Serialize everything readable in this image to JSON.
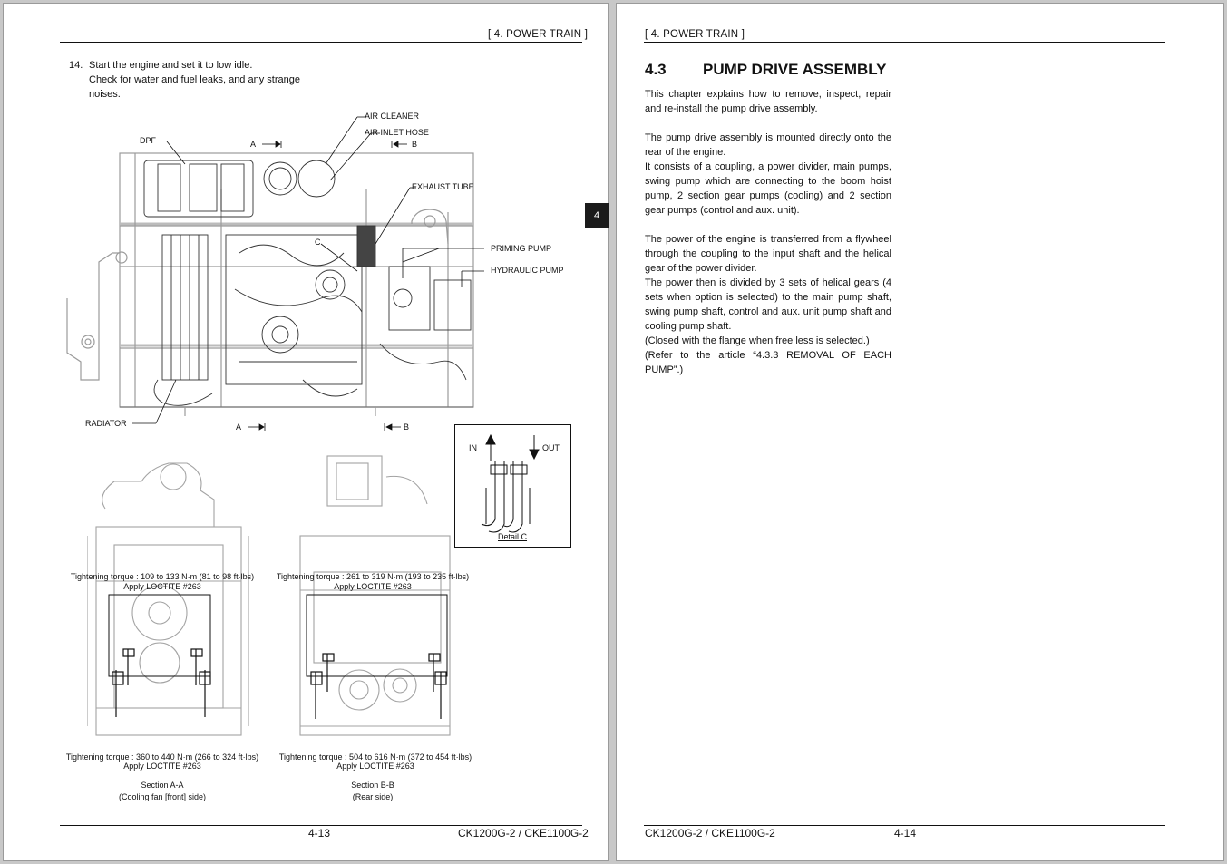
{
  "left_page": {
    "header": "[ 4. POWER TRAIN ]",
    "step": {
      "number": "14.",
      "lines": [
        "Start the engine and set it to low idle.",
        "Check for water and fuel leaks, and any strange",
        "noises."
      ]
    },
    "callouts": {
      "air_cleaner": "AIR CLEANER",
      "air_inlet_hose": "AIR INLET HOSE",
      "dpf": "DPF",
      "exhaust_tube": "EXHAUST TUBE",
      "priming_pump": "PRIMING PUMP",
      "hydraulic_pump": "HYDRAULIC PUMP",
      "radiator": "RADIATOR",
      "marker_c": "C",
      "section_a_top": "A",
      "section_b_top": "B",
      "section_a_bottom": "A",
      "section_b_bottom": "B"
    },
    "detail_c": {
      "in_label": "IN",
      "out_label": "OUT",
      "caption": "Detail C"
    },
    "section_aa": {
      "torque_top": "Tightening torque : 109 to 133 N·m (81 to 98 ft·lbs)",
      "loctite_top": "Apply LOCTITE #263",
      "torque_bottom": "Tightening torque : 360 to 440 N·m (266 to 324 ft·lbs)",
      "loctite_bottom": "Apply LOCTITE #263",
      "caption": "Section A-A",
      "subcaption": "(Cooling fan [front] side)"
    },
    "section_bb": {
      "torque_top": "Tightening torque : 261 to 319 N·m (193 to 235 ft·lbs)",
      "loctite_top": "Apply LOCTITE #263",
      "torque_bottom": "Tightening torque : 504 to 616 N·m (372 to 454 ft·lbs)",
      "loctite_bottom": "Apply LOCTITE #263",
      "caption": "Section B-B",
      "subcaption": "(Rear side)"
    },
    "footer_page": "4-13",
    "footer_model": "CK1200G-2 / CKE1100G-2"
  },
  "chapter_tab": "4",
  "right_page": {
    "header": "[ 4. POWER TRAIN ]",
    "section_number": "4.3",
    "section_title": "PUMP DRIVE ASSEMBLY",
    "paragraphs": [
      "This chapter explains how to remove, inspect, repair and re-install the pump drive assembly.",
      "The pump drive assembly is mounted directly onto the rear of the engine.",
      "It consists of a coupling, a power divider, main pumps, swing pump which are connecting to the boom hoist pump, 2 section gear pumps (cooling) and 2 section gear pumps (control and aux. unit).",
      "The power of the engine is transferred from a flywheel through the coupling to the input shaft and the helical gear of the power divider.",
      "The power then is divided by 3 sets of helical gears (4 sets when option is selected) to the main pump shaft, swing pump shaft, control and aux. unit pump shaft and cooling pump shaft.",
      "(Closed with the flange when free less is selected.)",
      "(Refer to the article “4.3.3 REMOVAL OF EACH PUMP”.)"
    ],
    "footer_model": "CK1200G-2 / CKE1100G-2",
    "footer_page": "4-14"
  }
}
